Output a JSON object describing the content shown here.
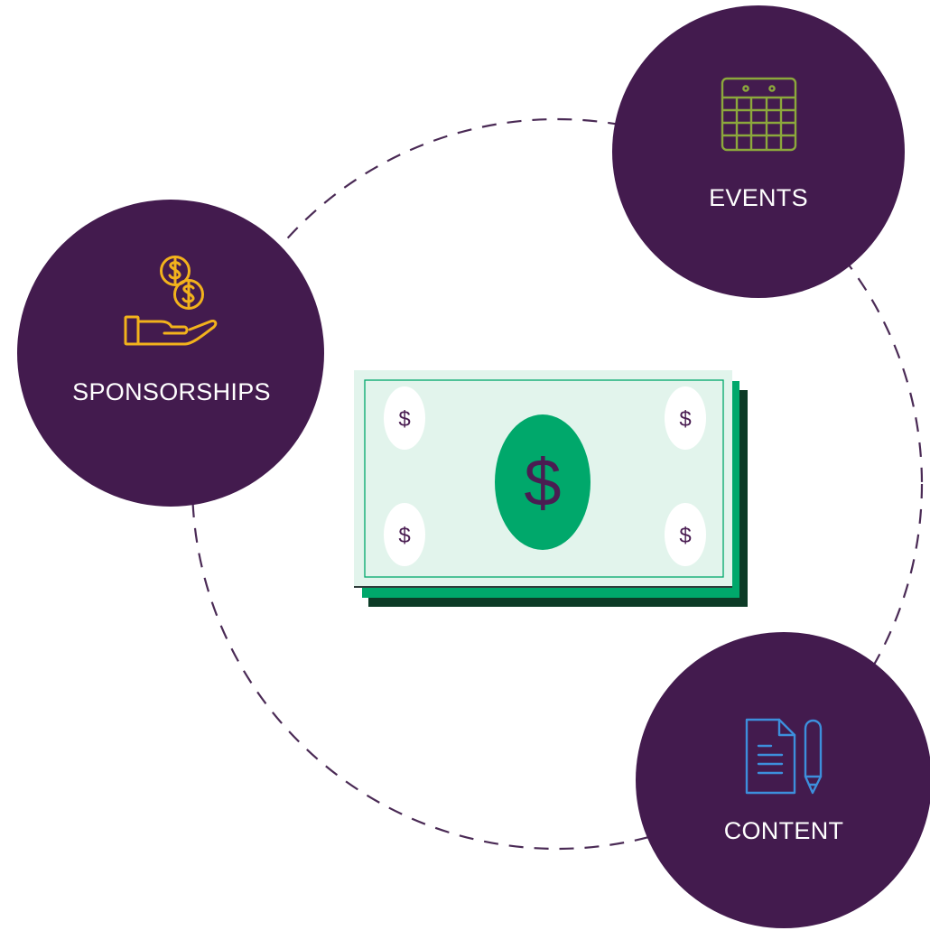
{
  "diagram": {
    "nodes": [
      {
        "id": "sponsorships",
        "label": "SPONSORSHIPS",
        "icon": "hand-coins-icon",
        "icon_color": "#f2b21c"
      },
      {
        "id": "events",
        "label": "EVENTS",
        "icon": "calendar-icon",
        "icon_color": "#8ca83c"
      },
      {
        "id": "content",
        "label": "CONTENT",
        "icon": "document-pen-icon",
        "icon_color": "#3d8fdc"
      }
    ],
    "center": {
      "icon": "dollar-bill-icon",
      "main_symbol": "$",
      "corner_symbols": [
        "$",
        "$",
        "$",
        "$"
      ]
    }
  },
  "colors": {
    "node_fill": "#431b4e",
    "dash_stroke": "#4a2a55",
    "bill_fill": "#e2f4ec",
    "bill_accent": "#00a86b",
    "bill_shadow_dark": "#0c3b26",
    "text_dark": "#4a1d52"
  }
}
